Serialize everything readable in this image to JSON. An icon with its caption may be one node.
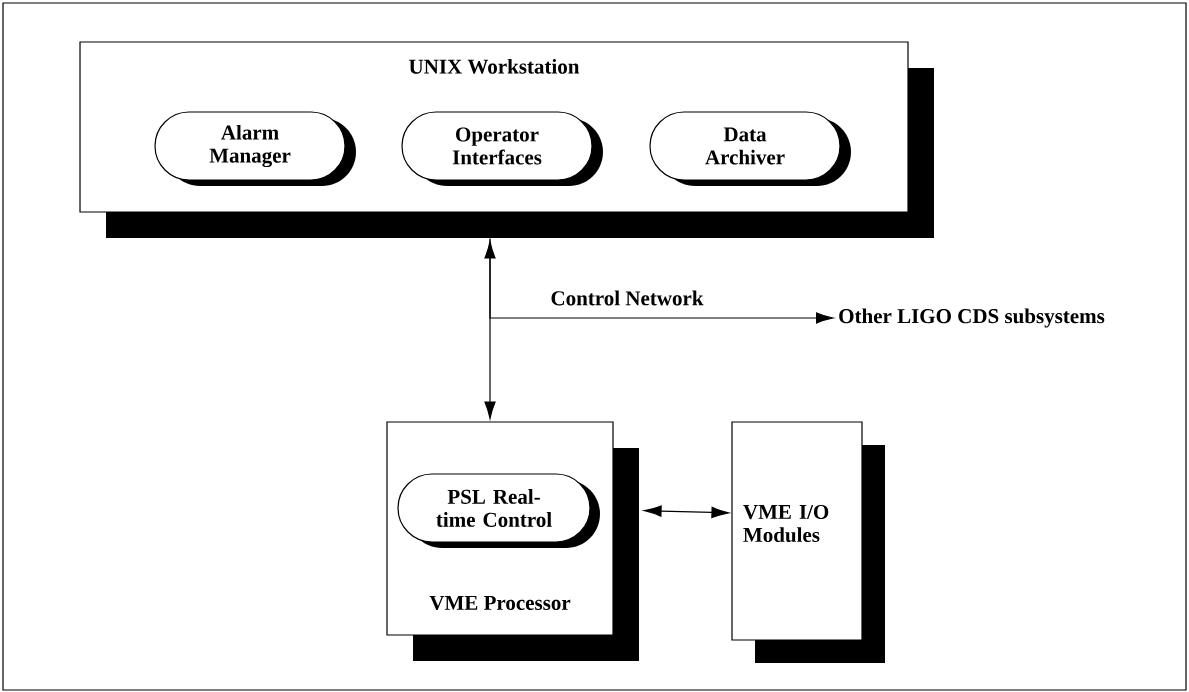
{
  "diagram": {
    "nodes": [
      {
        "text": [
          "UNIX Workstation"
        ]
      },
      {
        "text": [
          "Alarm Manager"
        ],
        "in": 0
      },
      {
        "text": [
          "Operator Interfaces"
        ],
        "in": 0
      },
      {
        "text": [
          "Data Archiver"
        ],
        "in": 0
      },
      {
        "text": [
          "Other LIGO CDS subsystems"
        ]
      },
      {
        "text": [
          "VME Processor"
        ]
      },
      {
        "text": [
          "PSL Real- time Control"
        ],
        "in": 5
      },
      {
        "text": [
          "VME I/O Modules"
        ]
      }
    ],
    "edges": [
      {
        "from": 0,
        "to": 5,
        "arrow": "both"
      },
      {
        "from": 0,
        "to": 4,
        "arrow": "to",
        "label": "Control Network"
      },
      {
        "from": 5,
        "to": 7,
        "arrow": "both"
      }
    ]
  }
}
